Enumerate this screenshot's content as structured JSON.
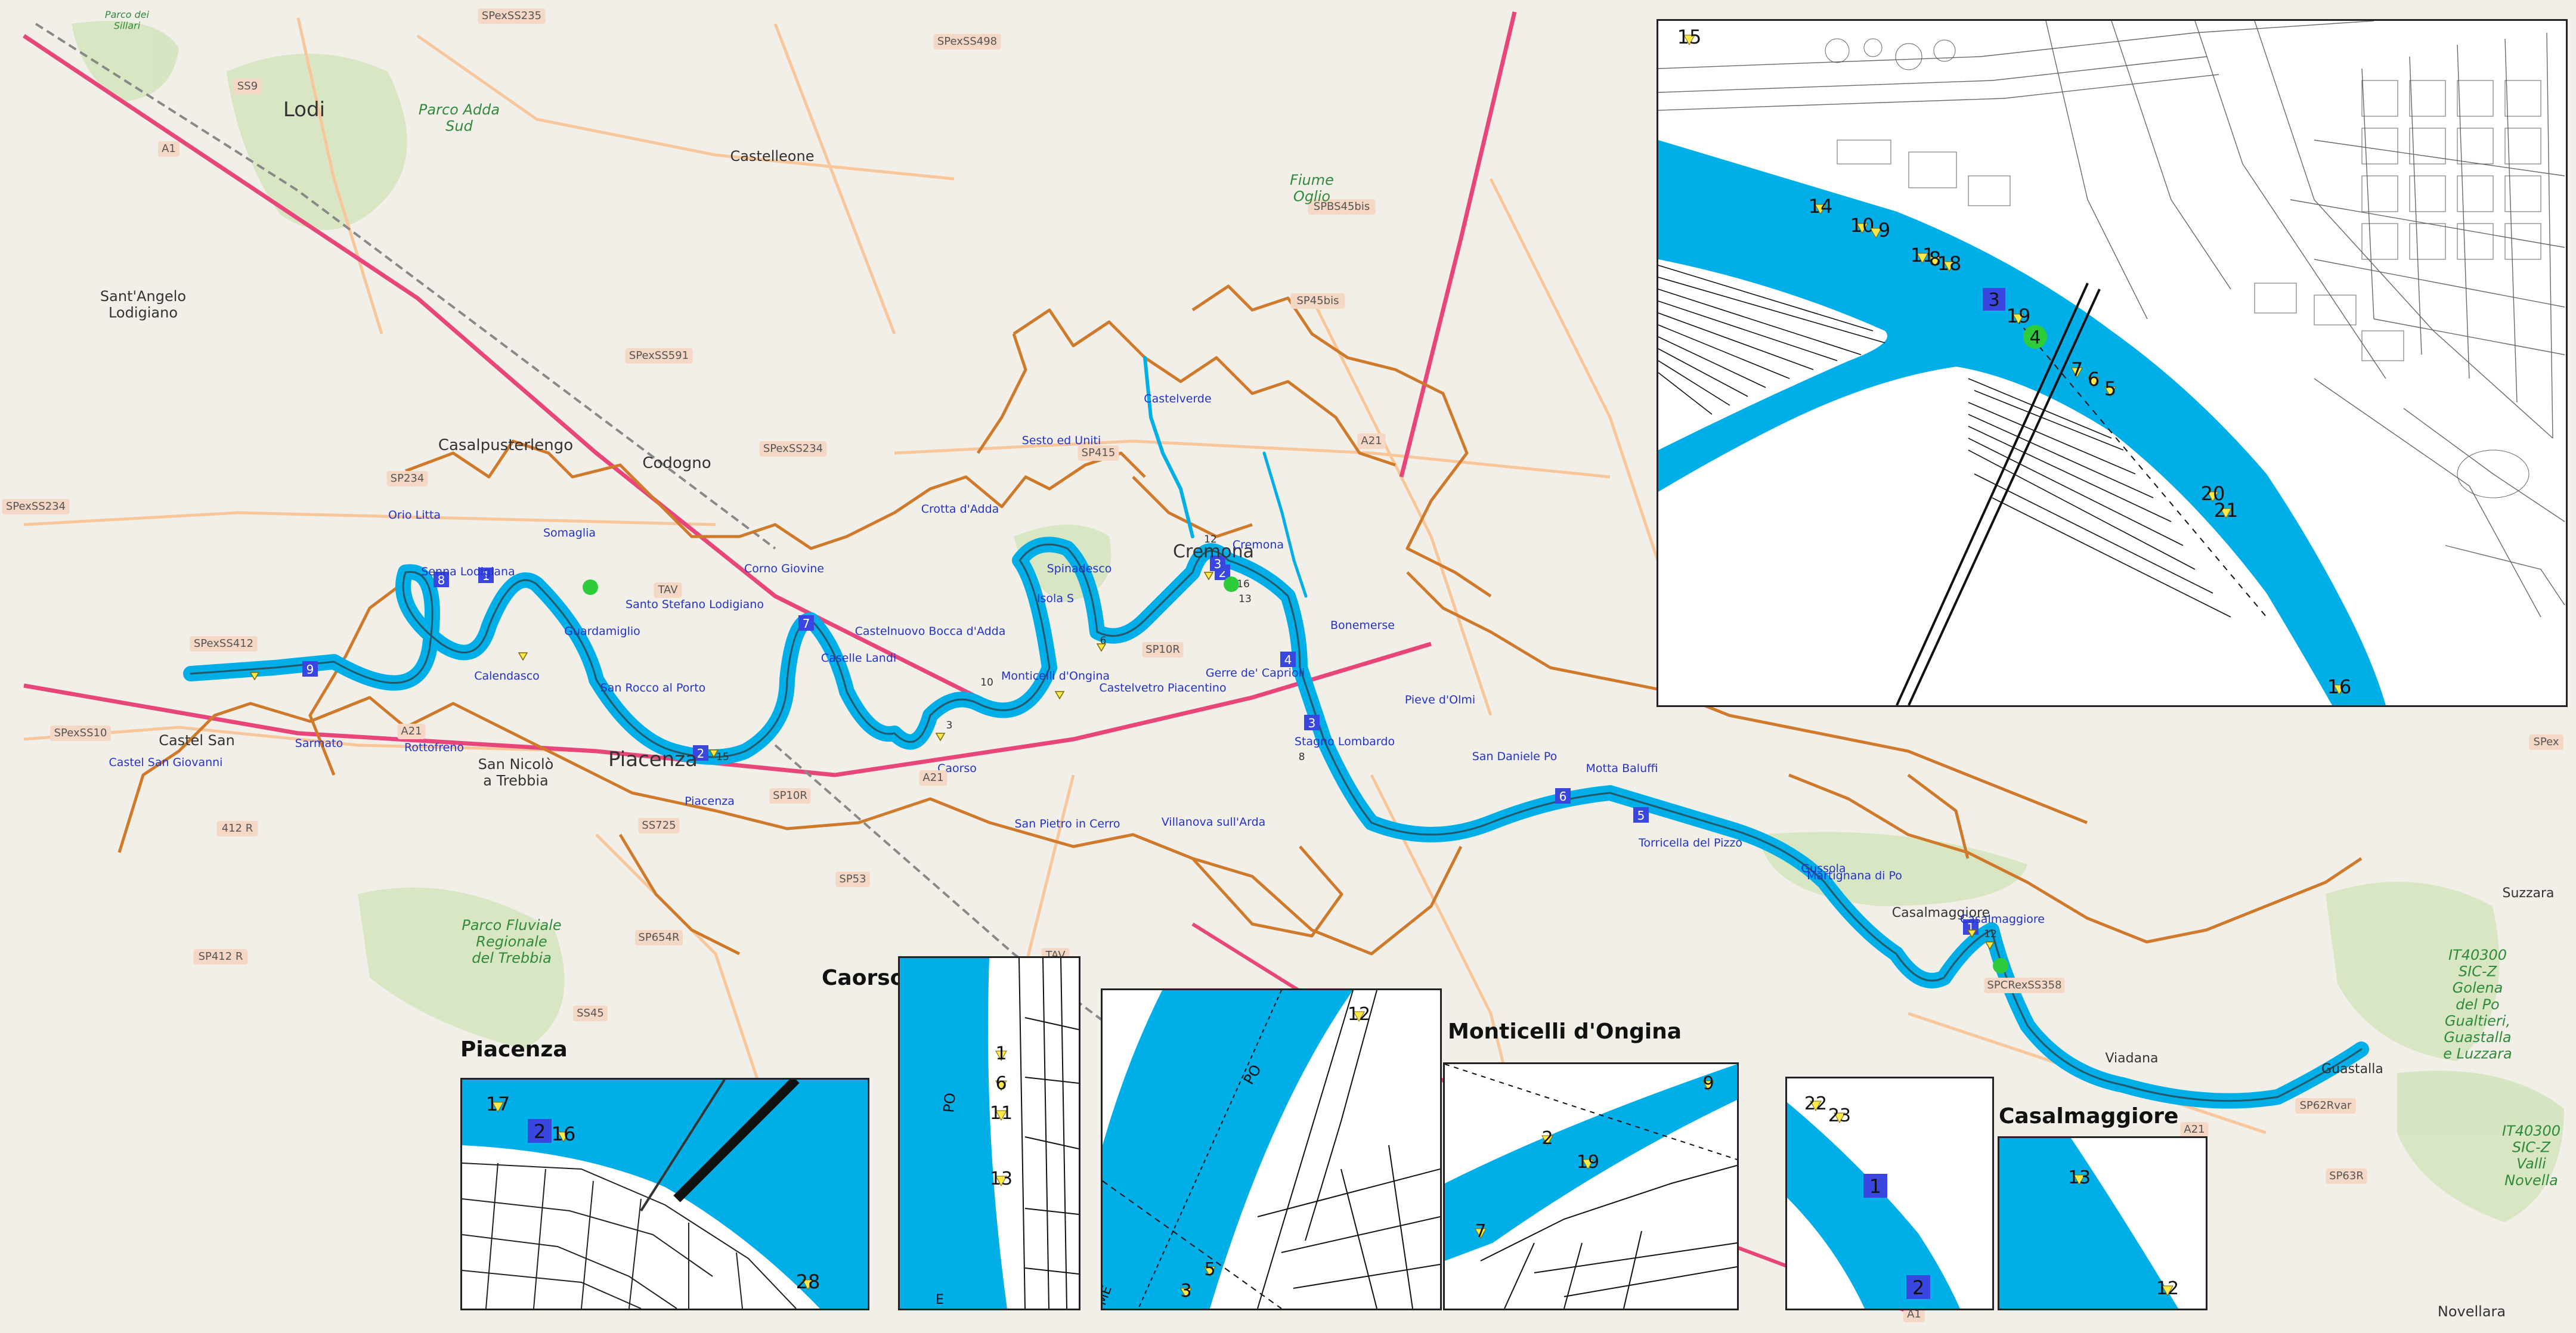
{
  "colors": {
    "background": "#f2efe9",
    "river": "#00aee8",
    "river_dark": "#1a8fd8",
    "boundary": "#cf7a2b",
    "highway": "#e8467a",
    "road": "#f7c79b",
    "green": "#cfe3b5",
    "label_blue": "#2233cc",
    "marker_blue": "#3a46e0",
    "marker_yellow": "#ffe84a",
    "marker_green": "#2ecb3a",
    "inset_border": "#222222"
  },
  "icons": {
    "site_marker": "blue-square-icon",
    "point_marker": "yellow-triangle-icon",
    "bridge_marker": "green-dot-icon"
  },
  "map_labels": {
    "places": [
      {
        "id": "lodi",
        "text": "Lodi"
      },
      {
        "id": "castelleone",
        "text": "Castelleone"
      },
      {
        "id": "santangelo",
        "text": "Sant'Angelo\nLodigiano"
      },
      {
        "id": "casalpusterlengo",
        "text": "Casalpusterlengo"
      },
      {
        "id": "codogno",
        "text": "Codogno"
      },
      {
        "id": "piacenza_city",
        "text": "Piacenza"
      },
      {
        "id": "cremona_city",
        "text": "Cremona"
      },
      {
        "id": "castelsan",
        "text": "Castel San"
      },
      {
        "id": "sannicolo",
        "text": "San Nicolò\na Trebbia"
      },
      {
        "id": "novellara",
        "text": "Novellara"
      },
      {
        "id": "guastalla",
        "text": "Guastalla"
      },
      {
        "id": "viadana",
        "text": "Viadana"
      },
      {
        "id": "suzzara",
        "text": "Suzzara"
      },
      {
        "id": "casalmaggiore_city",
        "text": "Casalmaggiore"
      }
    ],
    "municipalities": [
      {
        "id": "orio",
        "text": "Orio Litta"
      },
      {
        "id": "senna",
        "text": "Senna Lodigiana"
      },
      {
        "id": "somaglia",
        "text": "Somaglia"
      },
      {
        "id": "guardamiglio",
        "text": "Guardamiglio"
      },
      {
        "id": "calendasco",
        "text": "Calendasco"
      },
      {
        "id": "santostefano",
        "text": "Santo Stefano Lodigiano"
      },
      {
        "id": "sanrocco",
        "text": "San Rocco al Porto"
      },
      {
        "id": "corno",
        "text": "Corno Giovine"
      },
      {
        "id": "castelnuovo",
        "text": "Castelnuovo Bocca d'Adda"
      },
      {
        "id": "caselle",
        "text": "Caselle Landi"
      },
      {
        "id": "crotta",
        "text": "Crotta d'Adda"
      },
      {
        "id": "sesto",
        "text": "Sesto ed Uniti"
      },
      {
        "id": "castelverde",
        "text": "Castelverde"
      },
      {
        "id": "cremona",
        "text": "Cremona"
      },
      {
        "id": "spinadesco",
        "text": "Spinadesco"
      },
      {
        "id": "isola",
        "text": "Isola S"
      },
      {
        "id": "monticelli",
        "text": "Monticelli d'Ongina"
      },
      {
        "id": "castelvetro",
        "text": "Castelvetro Piacentino"
      },
      {
        "id": "gerre",
        "text": "Gerre de' Caprioli"
      },
      {
        "id": "bonemerse",
        "text": "Bonemerse"
      },
      {
        "id": "pieve",
        "text": "Pieve d'Olmi"
      },
      {
        "id": "stagno",
        "text": "Stagno Lombardo"
      },
      {
        "id": "sandaniele",
        "text": "San Daniele Po"
      },
      {
        "id": "motta",
        "text": "Motta Baluffi"
      },
      {
        "id": "torricella",
        "text": "Torricella del Pizzo"
      },
      {
        "id": "gussola",
        "text": "Gussola"
      },
      {
        "id": "martignana",
        "text": "Martignana di Po"
      },
      {
        "id": "casalmaggiore",
        "text": "Casalmaggiore"
      },
      {
        "id": "sarmato",
        "text": "Sarmato"
      },
      {
        "id": "rottofreno",
        "text": "Rottofreno"
      },
      {
        "id": "castelsangiovanni",
        "text": "Castel San Giovanni"
      },
      {
        "id": "piacenza",
        "text": "Piacenza"
      },
      {
        "id": "caorso",
        "text": "Caorso"
      },
      {
        "id": "sanpietro",
        "text": "San Pietro in Cerro"
      },
      {
        "id": "villanova",
        "text": "Villanova sull'Arda"
      }
    ],
    "roads": [
      {
        "id": "r1",
        "text": "SPexSS235"
      },
      {
        "id": "r2",
        "text": "SPexSS498"
      },
      {
        "id": "r3",
        "text": "SS9"
      },
      {
        "id": "r4",
        "text": "A1"
      },
      {
        "id": "r5",
        "text": "SPBS45bis"
      },
      {
        "id": "r6",
        "text": "SP45bis"
      },
      {
        "id": "r7",
        "text": "SPexSS591"
      },
      {
        "id": "r8",
        "text": "SPexSS234"
      },
      {
        "id": "r9",
        "text": "SP234"
      },
      {
        "id": "r10",
        "text": "SPexSS234"
      },
      {
        "id": "r11",
        "text": "SP415"
      },
      {
        "id": "r12",
        "text": "A21"
      },
      {
        "id": "r13",
        "text": "SPexSS412"
      },
      {
        "id": "r14",
        "text": "SPexSS10"
      },
      {
        "id": "r15",
        "text": "A21"
      },
      {
        "id": "r16",
        "text": "412 R"
      },
      {
        "id": "r17",
        "text": "SS725"
      },
      {
        "id": "r18",
        "text": "SP10R"
      },
      {
        "id": "r19",
        "text": "A21"
      },
      {
        "id": "r20",
        "text": "SP10R"
      },
      {
        "id": "r21",
        "text": "SP53"
      },
      {
        "id": "r22",
        "text": "SP412 R"
      },
      {
        "id": "r23",
        "text": "SP654R"
      },
      {
        "id": "r24",
        "text": "SS45"
      },
      {
        "id": "r25",
        "text": "SPCRexSS358"
      },
      {
        "id": "r26",
        "text": "SP62Rvar"
      },
      {
        "id": "r27",
        "text": "SP63R"
      },
      {
        "id": "r28",
        "text": "A1"
      },
      {
        "id": "r29",
        "text": "TAV"
      },
      {
        "id": "r30",
        "text": "TAV"
      },
      {
        "id": "r31",
        "text": "SPex"
      },
      {
        "id": "r32",
        "text": "A21"
      }
    ],
    "parks": [
      {
        "id": "p1",
        "text": "Parco dei\nSillari"
      },
      {
        "id": "p2",
        "text": "Parco Adda\nSud"
      },
      {
        "id": "p3",
        "text": "Parco Fluviale\nRegionale\ndel Trebbia"
      },
      {
        "id": "p4",
        "text": "Fiume\nOglio"
      },
      {
        "id": "p5",
        "text": "IT40300\nSIC-Z\nGolena\ndel Po\nGualtieri,\nGuastalla\ne Luzzara"
      },
      {
        "id": "p6",
        "text": "IT40300\nSIC-Z\nValli\nNovella"
      }
    ]
  },
  "site_markers": [
    {
      "id": "m9",
      "text": "9"
    },
    {
      "id": "m1",
      "text": "1"
    },
    {
      "id": "m8",
      "text": "8"
    },
    {
      "id": "m7",
      "text": "7"
    },
    {
      "id": "m2",
      "text": "2"
    },
    {
      "id": "m3",
      "text": "3"
    },
    {
      "id": "m4",
      "text": "4"
    },
    {
      "id": "m6",
      "text": "6"
    },
    {
      "id": "m5",
      "text": "5"
    },
    {
      "id": "m1b",
      "text": "1"
    },
    {
      "id": "m2b",
      "text": "2"
    },
    {
      "id": "m3b",
      "text": "3"
    }
  ],
  "small_labels": [
    {
      "id": "s1",
      "text": "10"
    },
    {
      "id": "s2",
      "text": "12"
    },
    {
      "id": "s3",
      "text": "16"
    },
    {
      "id": "s4",
      "text": "13"
    },
    {
      "id": "s5",
      "text": "6"
    },
    {
      "id": "s6",
      "text": "8"
    },
    {
      "id": "s7",
      "text": "3"
    },
    {
      "id": "s8",
      "text": "12"
    },
    {
      "id": "s9",
      "text": "15"
    }
  ],
  "insets": {
    "cremona": {
      "points": [
        "15",
        "14",
        "10",
        "9",
        "11",
        "8",
        "18",
        "19",
        "7",
        "6",
        "5",
        "20",
        "21",
        "16"
      ],
      "site": "3",
      "bridge": "4"
    },
    "piacenza": {
      "title": "Piacenza",
      "points": [
        "17",
        "16",
        "28"
      ],
      "site": "2"
    },
    "caorso": {
      "title": "Caorso",
      "points": [
        "1",
        "6",
        "11",
        "13"
      ],
      "river_label": "PO",
      "bottom_label": "E"
    },
    "caorso2": {
      "points": [
        "12",
        "5",
        "3"
      ],
      "river_label": "PO",
      "bottom_label": "ME"
    },
    "monticelli": {
      "title": "Monticelli d'Ongina",
      "points": [
        "9",
        "2",
        "19",
        "7"
      ]
    },
    "ad": {
      "points": [
        "22",
        "23"
      ],
      "sites": [
        "1",
        "2"
      ]
    },
    "casalmaggiore": {
      "title": "Casalmaggiore",
      "points": [
        "13",
        "12"
      ]
    }
  }
}
